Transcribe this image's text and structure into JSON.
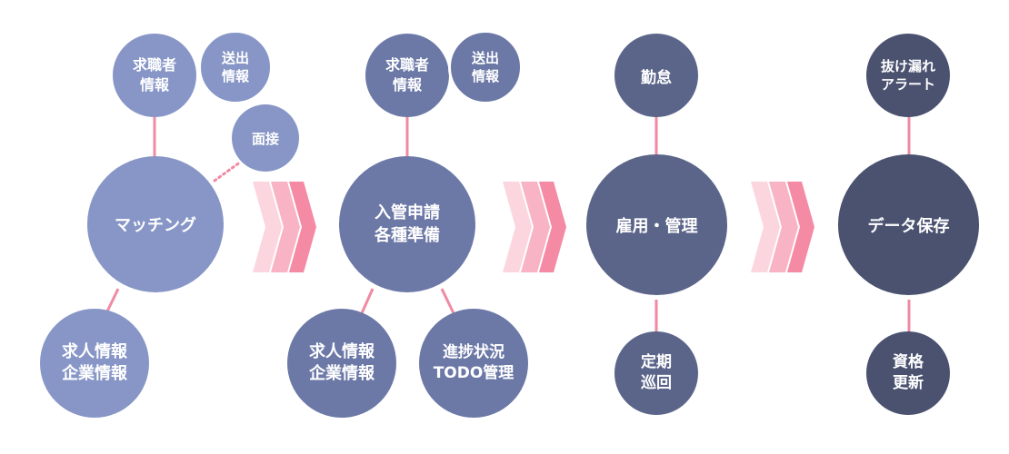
{
  "colors": {
    "stage1": "#8796c6",
    "stage2": "#6c79a7",
    "stage3": "#5b6589",
    "stage4": "#4a5270",
    "connector": "#f08aa2",
    "chevron_light": "#fcd6df",
    "chevron_mid": "#f8b4c4",
    "chevron_dark": "#f48aa3"
  },
  "stage1": {
    "main": "マッチング",
    "seeker_info": "求職者\n情報",
    "send_info": "送出\n情報",
    "interview": "面接",
    "job_info": "求人情報\n企業情報"
  },
  "stage2": {
    "main": "入管申請\n各種準備",
    "seeker_info": "求職者\n情報",
    "send_info": "送出\n情報",
    "job_info": "求人情報\n企業情報",
    "progress": "進捗状況\nTODO管理"
  },
  "stage3": {
    "main": "雇用・管理",
    "attendance": "勤怠",
    "patrol": "定期\n巡回"
  },
  "stage4": {
    "main": "データ保存",
    "alert": "抜け漏れ\nアラート",
    "renewal": "資格\n更新"
  }
}
